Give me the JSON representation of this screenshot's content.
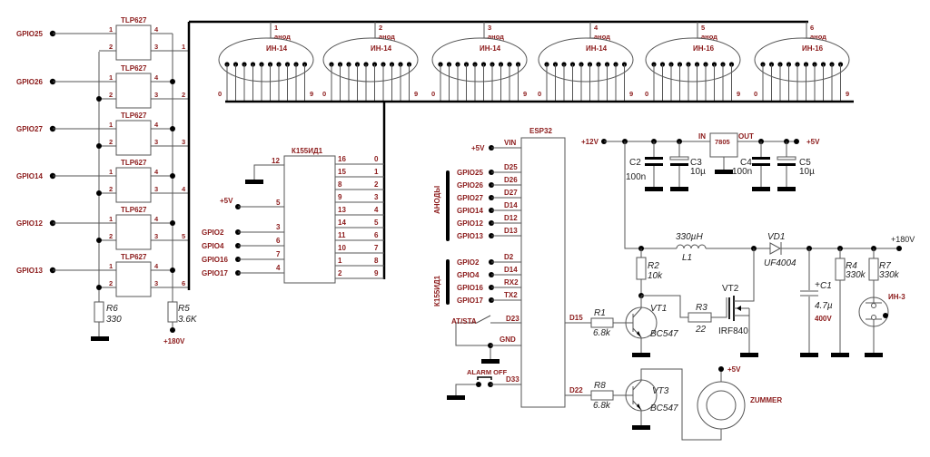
{
  "optocouplers": {
    "part": "TLP627",
    "inputs": [
      "GPIO25",
      "GPIO26",
      "GPIO27",
      "GPIO14",
      "GPIO12",
      "GPIO13"
    ],
    "pins": {
      "p1": "1",
      "p2": "2",
      "p3": "3",
      "p4": "4"
    },
    "outputs": [
      "1",
      "2",
      "3",
      "4",
      "5",
      "6"
    ]
  },
  "r6": {
    "name": "R6",
    "value": "330"
  },
  "r5": {
    "name": "R5",
    "value": "3.6K",
    "supply": "+180V"
  },
  "tubes": [
    {
      "num": "1",
      "anode": "анод",
      "type": "ИН-14",
      "d0": "0",
      "d9": "9"
    },
    {
      "num": "2",
      "anode": "анод",
      "type": "ИН-14",
      "d0": "0",
      "d9": "9"
    },
    {
      "num": "3",
      "anode": "анод",
      "type": "ИН-14",
      "d0": "0",
      "d9": "9"
    },
    {
      "num": "4",
      "anode": "анод",
      "type": "ИН-14",
      "d0": "0",
      "d9": "9"
    },
    {
      "num": "5",
      "anode": "анод",
      "type": "ИН-16",
      "d0": "0",
      "d9": "9"
    },
    {
      "num": "6",
      "anode": "анод",
      "type": "ИН-16",
      "d0": "0",
      "d9": "9"
    }
  ],
  "decoder": {
    "part": "К155ИД1",
    "gnd_pin": "12",
    "vcc_label": "+5V",
    "vcc_pin": "5",
    "inputs": [
      {
        "signal": "GPIO2",
        "pin": "3"
      },
      {
        "signal": "GPIO4",
        "pin": "6"
      },
      {
        "signal": "GPIO16",
        "pin": "7"
      },
      {
        "signal": "GPIO17",
        "pin": "4"
      }
    ],
    "outputs": [
      {
        "pin": "16",
        "digit": "0"
      },
      {
        "pin": "15",
        "digit": "1"
      },
      {
        "pin": "8",
        "digit": "2"
      },
      {
        "pin": "9",
        "digit": "3"
      },
      {
        "pin": "13",
        "digit": "4"
      },
      {
        "pin": "14",
        "digit": "5"
      },
      {
        "pin": "11",
        "digit": "6"
      },
      {
        "pin": "10",
        "digit": "7"
      },
      {
        "pin": "1",
        "digit": "8"
      },
      {
        "pin": "2",
        "digit": "9"
      }
    ]
  },
  "esp32": {
    "part": "ESP32",
    "vin_label": "+5V",
    "vin_pin": "VIN",
    "anodes_group": "АНОДЫ",
    "decoder_group": "К155ИД1",
    "anode_pins": [
      {
        "signal": "GPIO25",
        "pin": "D25"
      },
      {
        "signal": "GPIO26",
        "pin": "D26"
      },
      {
        "signal": "GPIO27",
        "pin": "D27"
      },
      {
        "signal": "GPIO14",
        "pin": "D14"
      },
      {
        "signal": "GPIO12",
        "pin": "D12"
      },
      {
        "signal": "GPIO13",
        "pin": "D13"
      }
    ],
    "decoder_pins": [
      {
        "signal": "GPIO2",
        "pin": "D2"
      },
      {
        "signal": "GPIO4",
        "pin": "D14"
      },
      {
        "signal": "GPIO16",
        "pin": "RX2"
      },
      {
        "signal": "GPIO17",
        "pin": "TX2"
      }
    ],
    "switch_label": "AT/STA",
    "switch_pin": "D23",
    "gnd_pin": "GND",
    "button_label": "ALARM OFF",
    "button_pin": "D33",
    "out1_pin": "D15",
    "out2_pin": "D22"
  },
  "power": {
    "vin": "+12V",
    "vout": "+5V",
    "regulator": "7805",
    "in_label": "IN",
    "out_label": "OUT",
    "c2": {
      "name": "C2",
      "value": "100n"
    },
    "c3": {
      "name": "C3",
      "value": "10µ"
    },
    "c4": {
      "name": "C4",
      "value": "100n"
    },
    "c5": {
      "name": "C5",
      "value": "10µ"
    }
  },
  "boost": {
    "r1": {
      "name": "R1",
      "value": "6.8k"
    },
    "r2": {
      "name": "R2",
      "value": "10k"
    },
    "r3": {
      "name": "R3",
      "value": "22"
    },
    "vt1": {
      "name": "VT1",
      "part": "BC547"
    },
    "vt2": {
      "name": "VT2",
      "part": "IRF840"
    },
    "l1": {
      "name": "L1",
      "value": "330µH"
    },
    "vd1": {
      "name": "VD1",
      "part": "UF4004"
    },
    "c1": {
      "name": "C1",
      "value": "4.7µ",
      "voltage": "400V",
      "polarity": "+"
    },
    "r4": {
      "name": "R4",
      "value": "330k"
    },
    "r7": {
      "name": "R7",
      "value": "330k"
    },
    "neon": "ИН-3",
    "hv_out": "+180V"
  },
  "buzzer": {
    "r8": {
      "name": "R8",
      "value": "6.8k"
    },
    "vt3": {
      "name": "VT3",
      "part": "BC547"
    },
    "supply": "+5V",
    "label": "ZUMMER"
  }
}
